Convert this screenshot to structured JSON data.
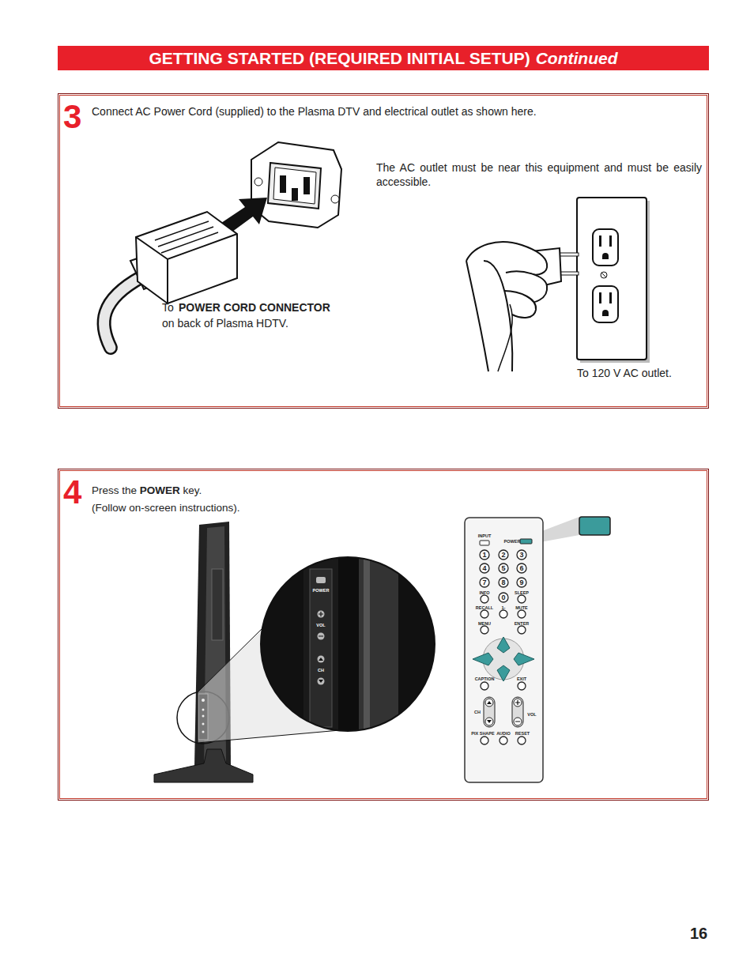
{
  "diagram": {
    "title": "GETTING STARTED (REQUIRED INITIAL SETUP)",
    "nodes": [
      {
        "text": [
          "3",
          "Connect AC Power Cord (supplied) to the Plasma DTV and electrical outlet as shown here."
        ]
      },
      {
        "text": [
          "4",
          "Press the",
          "POWER",
          "key.",
          "(Follow on-screen instructions)."
        ]
      }
    ],
    "labels": [
      "Continued",
      "The AC outlet must be near this equipment and must be easily accessible.",
      "To",
      "POWER CORD CONNECTOR",
      "on back of Plasma HDTV.",
      "To 120 V AC outlet.",
      "INPUT",
      "POWER",
      "1",
      "2",
      "3",
      "4",
      "5",
      "6",
      "7",
      "8",
      "9",
      "0",
      "INFO",
      "SLEEP",
      "RECALL",
      "1-",
      "MUTE",
      "MENU",
      "ENTER",
      "CAPTION",
      "EXIT",
      "CH",
      "VOL",
      "PIX SHAPE",
      "AUDIO",
      "RESET",
      "POWER",
      "VOL",
      "CH",
      "16"
    ]
  }
}
